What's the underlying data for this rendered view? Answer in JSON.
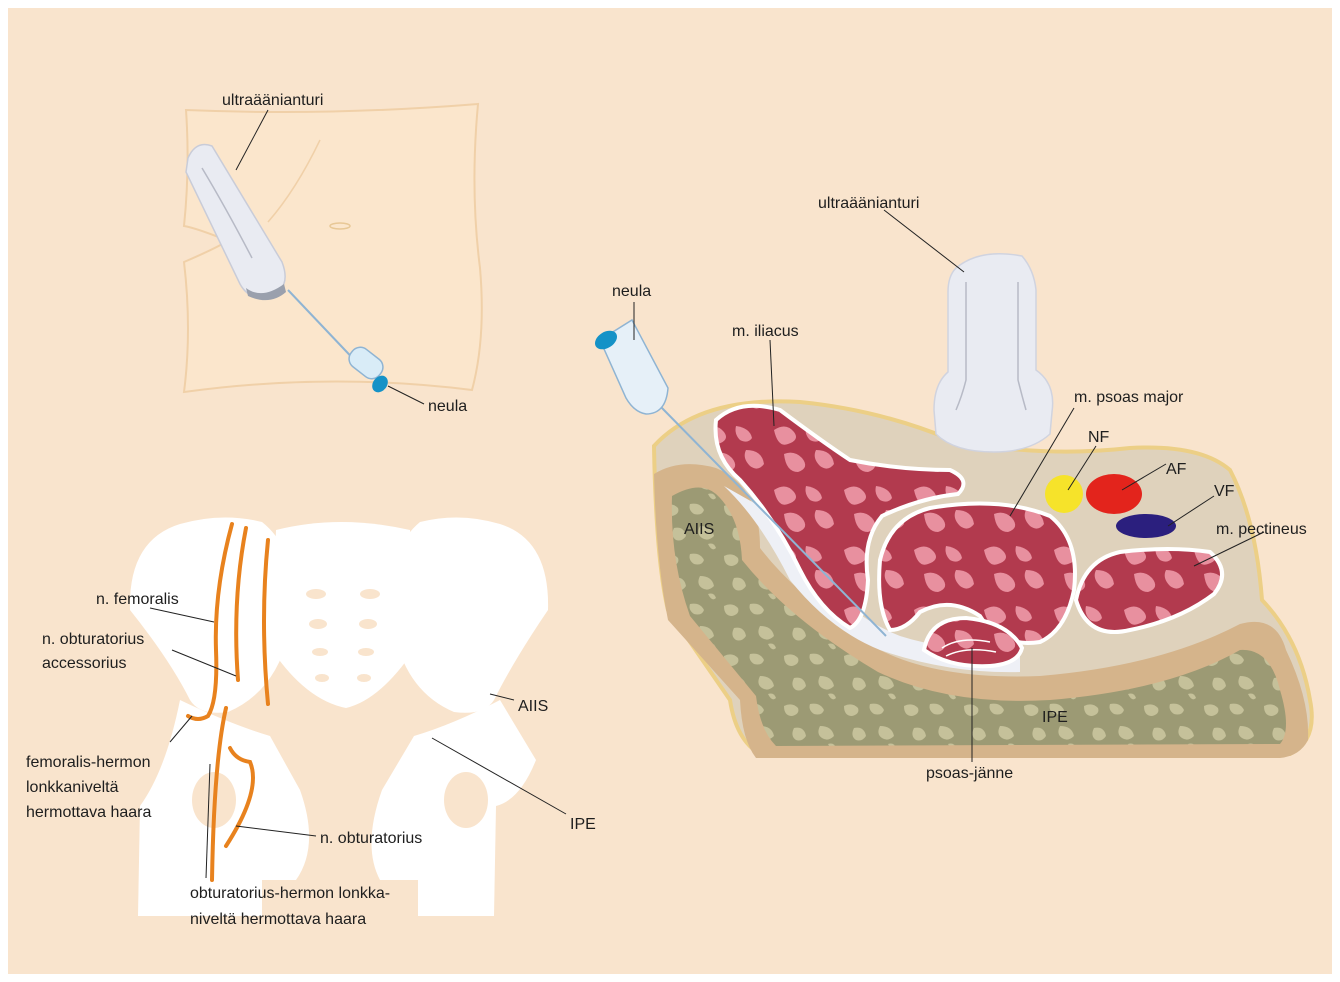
{
  "colors": {
    "background": "#f9e4cd",
    "skin": "#fbe6cc",
    "probe": "#e9ebf2",
    "muscle": "#b23a4e",
    "muscle_pattern": "#e8909f",
    "bone": "#9c9a74",
    "bone_pattern": "#c5c19a",
    "tissue": "#dfd2bc",
    "cortex": "#d5b48b",
    "nerve": "#e8821e",
    "NF": "#f6e32a",
    "AF": "#e3241c",
    "VF": "#2b1f7e"
  },
  "icons": [
    "ultrasound-probe-icon",
    "needle-icon",
    "pelvis-skeleton-icon"
  ],
  "top_left": {
    "probe_label": "ultraäänianturi",
    "needle_label": "neula"
  },
  "pelvis": {
    "femoralis": "n. femoralis",
    "obt_acc_1": "n. obturatorius",
    "obt_acc_2": "accessorius",
    "fem_branch_1": "femoralis-hermon",
    "fem_branch_2": "lonkkaniveltä",
    "fem_branch_3": "hermottava haara",
    "obturatorius": "n. obturatorius",
    "obt_branch_1": "obturatorius-hermon lonkka-",
    "obt_branch_2": "niveltä hermottava haara",
    "aiis": "AIIS",
    "ipe": "IPE"
  },
  "cross_section": {
    "probe_label": "ultraäänianturi",
    "needle_label": "neula",
    "iliacus": "m. iliacus",
    "psoas_major": "m. psoas major",
    "nf": "NF",
    "af": "AF",
    "vf": "VF",
    "pectineus": "m. pectineus",
    "aiis": "AIIS",
    "ipe": "IPE",
    "psoas_tendon": "psoas-jänne"
  }
}
